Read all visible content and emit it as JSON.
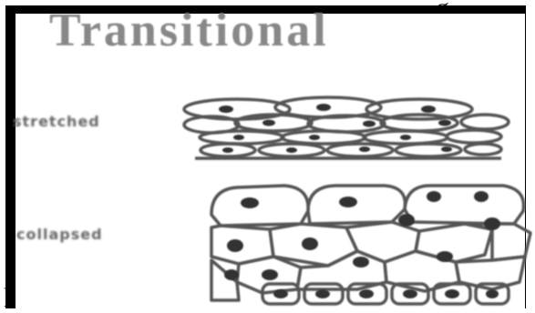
{
  "title": "Transitional",
  "labels": {
    "stretched": "stretched",
    "collapsed": "collapsed"
  },
  "fragments": {
    "top_right": "g",
    "bottom_left": "h"
  },
  "colors": {
    "border": "#000000",
    "cell_outline": "#555555",
    "nucleus": "#333333",
    "title": "#888888"
  }
}
